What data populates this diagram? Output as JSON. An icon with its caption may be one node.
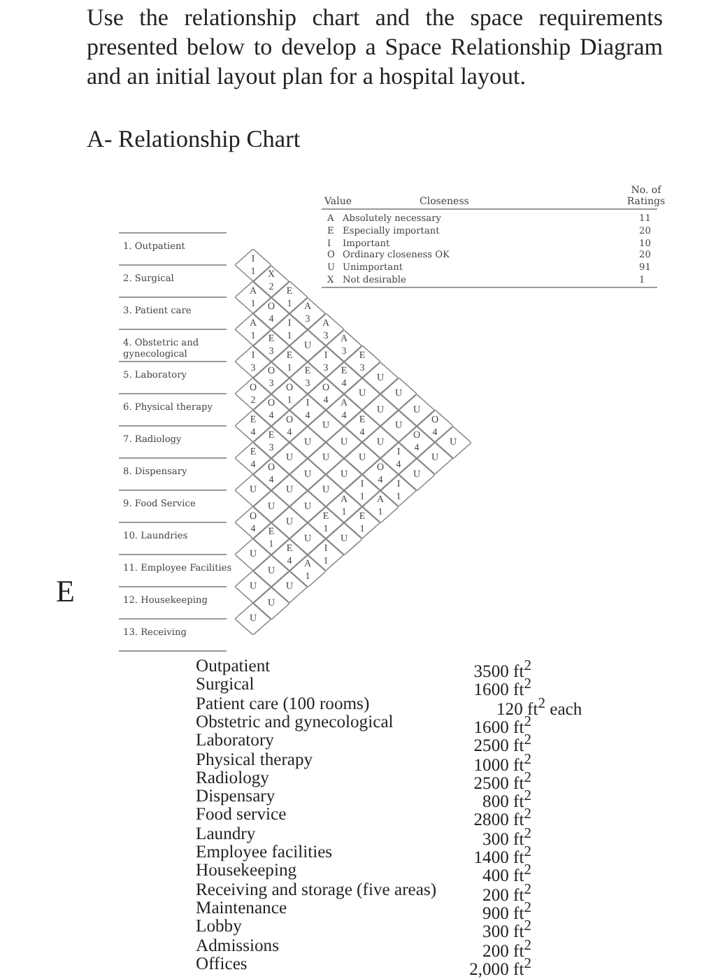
{
  "diagram": {
    "nodes": [
      {
        "text": [
          "I",
          "1"
        ]
      },
      {
        "text": [
          "X",
          "2"
        ]
      },
      {
        "text": [
          "E",
          "1"
        ]
      },
      {
        "text": [
          "A",
          "3"
        ]
      },
      {
        "text": [
          "A",
          "3"
        ]
      },
      {
        "text": [
          "A",
          "3"
        ]
      },
      {
        "text": [
          "E",
          "3"
        ]
      },
      {
        "text": [
          "U"
        ]
      },
      {
        "text": [
          "U"
        ]
      },
      {
        "text": [
          "U"
        ]
      },
      {
        "text": [
          "O",
          "4"
        ]
      },
      {
        "text": [
          "U"
        ]
      },
      {
        "text": [
          "A",
          "1"
        ]
      },
      {
        "text": [
          "O",
          "4"
        ]
      },
      {
        "text": [
          "I",
          "1"
        ]
      },
      {
        "text": [
          "U"
        ]
      },
      {
        "text": [
          "I",
          "3"
        ]
      },
      {
        "text": [
          "E",
          "4"
        ]
      },
      {
        "text": [
          "U"
        ]
      },
      {
        "text": [
          "U"
        ]
      },
      {
        "text": [
          "U"
        ]
      },
      {
        "text": [
          "O",
          "4"
        ]
      },
      {
        "text": [
          "U"
        ]
      },
      {
        "text": [
          "A",
          "1"
        ]
      },
      {
        "text": [
          "E",
          "3"
        ]
      },
      {
        "text": [
          "E",
          "1"
        ]
      },
      {
        "text": [
          "E",
          "3"
        ]
      },
      {
        "text": [
          "O",
          "4"
        ]
      },
      {
        "text": [
          "A",
          "4"
        ]
      },
      {
        "text": [
          "E",
          "4"
        ]
      },
      {
        "text": [
          "U"
        ]
      },
      {
        "text": [
          "I",
          "4"
        ]
      },
      {
        "text": [
          "U"
        ]
      },
      {
        "text": [
          "I",
          "3"
        ]
      },
      {
        "text": [
          "O",
          "3"
        ]
      },
      {
        "text": [
          "O",
          "1"
        ]
      },
      {
        "text": [
          "I",
          "4"
        ]
      },
      {
        "text": [
          "U"
        ]
      },
      {
        "text": [
          "U"
        ]
      },
      {
        "text": [
          "U"
        ]
      },
      {
        "text": [
          "O",
          "4"
        ]
      },
      {
        "text": [
          "I",
          "1"
        ]
      },
      {
        "text": [
          "O",
          "2"
        ]
      },
      {
        "text": [
          "O",
          "4"
        ]
      },
      {
        "text": [
          "O",
          "4"
        ]
      },
      {
        "text": [
          "U"
        ]
      },
      {
        "text": [
          "U"
        ]
      },
      {
        "text": [
          "U"
        ]
      },
      {
        "text": [
          "I",
          "1"
        ]
      },
      {
        "text": [
          "A",
          "1"
        ]
      },
      {
        "text": [
          "E",
          "4"
        ]
      },
      {
        "text": [
          "E",
          "3"
        ]
      },
      {
        "text": [
          "U"
        ]
      },
      {
        "text": [
          "U"
        ]
      },
      {
        "text": [
          "U"
        ]
      },
      {
        "text": [
          "A",
          "1"
        ]
      },
      {
        "text": [
          "E",
          "1"
        ]
      },
      {
        "text": [
          "E",
          "4"
        ]
      },
      {
        "text": [
          "O",
          "4"
        ]
      },
      {
        "text": [
          "U"
        ]
      },
      {
        "text": [
          "U"
        ]
      },
      {
        "text": [
          "E",
          "1"
        ]
      },
      {
        "text": [
          "U"
        ]
      },
      {
        "text": [
          "U"
        ]
      },
      {
        "text": [
          "U"
        ]
      },
      {
        "text": [
          "U"
        ]
      },
      {
        "text": [
          "U"
        ]
      },
      {
        "text": [
          "I",
          "1"
        ]
      },
      {
        "text": [
          "O",
          "4"
        ]
      },
      {
        "text": [
          "E",
          "1"
        ]
      },
      {
        "text": [
          "E",
          "4"
        ]
      },
      {
        "text": [
          "A",
          "1"
        ]
      },
      {
        "text": [
          "U"
        ]
      },
      {
        "text": [
          "U"
        ]
      },
      {
        "text": [
          "U"
        ]
      },
      {
        "text": [
          "U"
        ]
      },
      {
        "text": [
          "U"
        ]
      },
      {
        "text": [
          "U"
        ]
      }
    ],
    "labels": [
      "Use the relationship chart and the space requirements presented below to develop a Space Relationship Diagram and an initial layout plan for a hospital layout.",
      "A- Relationship Chart",
      "Value",
      "Closeness",
      "No. of Ratings",
      "A",
      "Absolutely necessary",
      "11",
      "E",
      "Especially important",
      "20",
      "I",
      "Important",
      "10",
      "O",
      "Ordinary closeness OK",
      "20",
      "U",
      "Unimportant",
      "91",
      "X",
      "Not desirable",
      "1",
      "1. Outpatient",
      "2. Surgical",
      "3. Patient care",
      "4. Obstetric and gynecological",
      "5. Laboratory",
      "6. Physical therapy",
      "7. Radiology",
      "8. Dispensary",
      "9. Food Service",
      "10. Laundries",
      "11. Employee Facilities",
      "12. Housekeeping",
      "13. Receiving",
      "E",
      "Outpatient",
      "3500 ft$^{2}$",
      "Surgical",
      "1600 ft$^{2}$",
      "Patient care (100 rooms)",
      "120 ft$^{2}$ each",
      "Obstetric and gynecological",
      "1600 ft$^{2}$",
      "Laboratory",
      "2500 ft$^{2}$",
      "Physical therapy",
      "1000 ft$^{2}$",
      "Radiology",
      "2500 ft$^{2}$",
      "Dispensary",
      "800 ft$^{2}$",
      "Food service",
      "2800 ft$^{2}$",
      "Laundry",
      "300 ft$^{2}$",
      "Employee facilities",
      "1400 ft$^{2}$",
      "Housekeeping",
      "400 ft$^{2}$",
      "Receiving and storage (five areas)",
      "200 ft$^{2}$",
      "Maintenance",
      "900 ft$^{2}$",
      "Lobby",
      "300 ft$^{2}$",
      "Admissions",
      "200 ft$^{2}$",
      "Offices",
      "2,000 ft$^{2}$"
    ]
  }
}
